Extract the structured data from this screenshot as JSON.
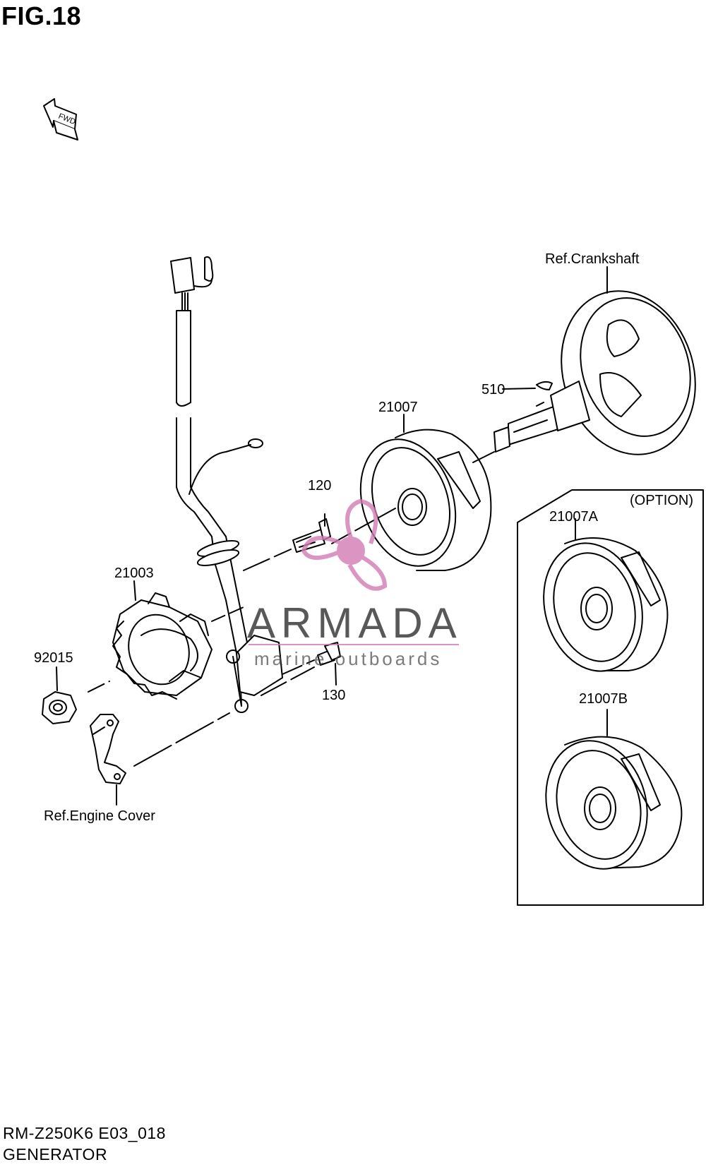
{
  "figure": {
    "title": "FIG.18",
    "fwd_label": "FWD"
  },
  "parts": [
    {
      "id": "ref-crankshaft",
      "label": "Ref.Crankshaft"
    },
    {
      "id": "510",
      "label": "510"
    },
    {
      "id": "21007",
      "label": "21007"
    },
    {
      "id": "120",
      "label": "120"
    },
    {
      "id": "21003",
      "label": "21003"
    },
    {
      "id": "92015",
      "label": "92015"
    },
    {
      "id": "130",
      "label": "130"
    },
    {
      "id": "ref-engine-cover",
      "label": "Ref.Engine Cover"
    }
  ],
  "option_box": {
    "title": "(OPTION)",
    "parts": [
      {
        "id": "21007A",
        "label": "21007A"
      },
      {
        "id": "21007B",
        "label": "21007B"
      }
    ]
  },
  "watermark": {
    "brand": "ARMADA",
    "tagline": "marine outboards",
    "accent_color": "#d37bb3"
  },
  "footer": {
    "model_code": "RM-Z250K6 E03_018",
    "section_name": "GENERATOR"
  }
}
